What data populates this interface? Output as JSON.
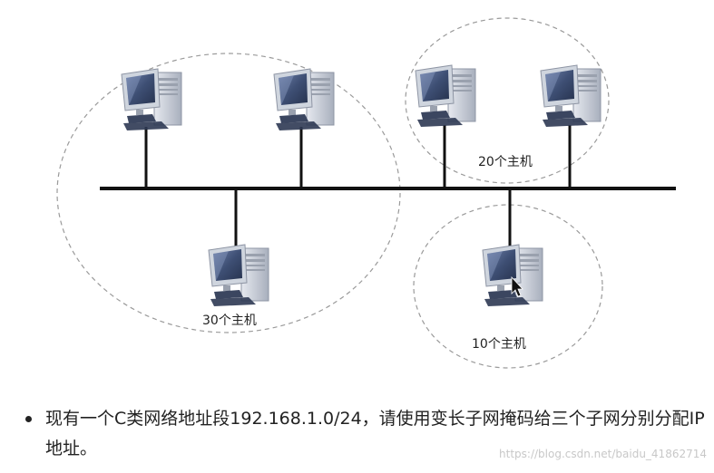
{
  "groups": [
    {
      "id": "group-30",
      "label": "30个主机"
    },
    {
      "id": "group-20",
      "label": "20个主机"
    },
    {
      "id": "group-10",
      "label": "10个主机"
    }
  ],
  "hosts": [
    {
      "id": "host-a",
      "group": "group-30",
      "icon": "computer-icon"
    },
    {
      "id": "host-b",
      "group": "group-30",
      "icon": "computer-icon"
    },
    {
      "id": "host-c",
      "group": "group-30",
      "icon": "computer-icon"
    },
    {
      "id": "host-d",
      "group": "group-20",
      "icon": "computer-icon"
    },
    {
      "id": "host-e",
      "group": "group-20",
      "icon": "computer-icon"
    },
    {
      "id": "host-f",
      "group": "group-10",
      "icon": "computer-icon"
    }
  ],
  "question": {
    "text": "现有一个C类网络地址段192.168.1.0/24，请使用变长子网掩码给三个子网分别分配IP地址。"
  },
  "watermark": "https://blog.csdn.net/baidu_41862714",
  "colors": {
    "bus": "#111111",
    "circle": "#9a9a9a",
    "monitor_frame": "#b9c0cc",
    "screen": "#3a4a6a",
    "case": "#c2c8d3",
    "shadow": "#3b4660"
  }
}
